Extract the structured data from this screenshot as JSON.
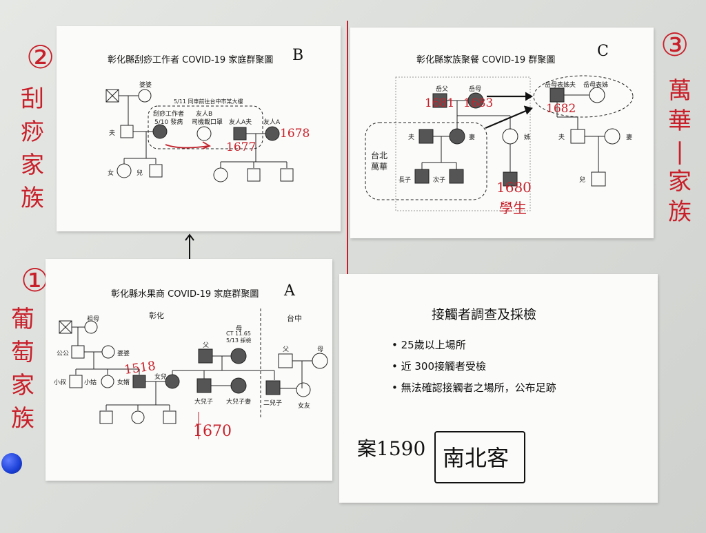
{
  "margin_notes": {
    "left_top_num": "②",
    "left_top_chars": [
      "刮",
      "痧",
      "家",
      "族"
    ],
    "left_bottom_num": "①",
    "left_bottom_chars": [
      "葡",
      "萄",
      "家",
      "族"
    ],
    "right_num": "③",
    "right_chars": [
      "萬",
      "華",
      "|",
      "家",
      "族"
    ]
  },
  "diagram_a": {
    "title": "彰化縣水果商 COVID-19 家庭群聚圖",
    "letter": "A",
    "region_left": "彰化",
    "region_right": "台中",
    "labels": {
      "grandmother": "祖母",
      "father_in_law": "公公",
      "mother_in_law": "婆婆",
      "uncle": "小叔",
      "aunt": "小姑",
      "son_in_law": "女婿",
      "daughter": "女兒",
      "father": "父",
      "mother": "母",
      "mother_note": "CT 11.65\n5/13 採檢",
      "eldest_son": "大兒子",
      "eldest_son_wife": "大兒子妻",
      "second_son": "二兒子",
      "tc_father": "父",
      "tc_mother": "母",
      "girlfriend": "女友"
    },
    "handwritten": {
      "case_1518": "1518",
      "case_1670": "1670"
    }
  },
  "diagram_b": {
    "title": "彰化縣刮痧工作者 COVID-19 家庭群聚圖",
    "letter": "B",
    "event": "5/11 同車前往台中市某大樓",
    "labels": {
      "mother_in_law": "婆婆",
      "husband": "夫",
      "worker": "刮痧工作者",
      "worker_note": "5/10 發病",
      "friend_b": "友人B",
      "friend_b_note": "司機載口罩",
      "friend_a_husband": "友人A夫",
      "friend_a": "友人A",
      "daughter": "女",
      "son": "兒"
    },
    "handwritten": {
      "case_1677": "1677",
      "case_1678": "1678"
    }
  },
  "diagram_c": {
    "title": "彰化縣家族聚餐 COVID-19 群聚圖",
    "letter": "C",
    "labels": {
      "wife_father": "岳父",
      "wife_mother": "岳母",
      "husband": "夫",
      "wife": "妻",
      "sister": "姊",
      "group": "台北\n萬華",
      "elder_son": "長子",
      "second_son": "次子",
      "cousin_husband": "岳母表姊夫",
      "cousin": "岳母表姊",
      "r_husband": "夫",
      "r_wife": "妻",
      "r_son": "兒"
    },
    "handwritten": {
      "case_1681": "1681",
      "case_1683": "1683",
      "case_1682": "1682",
      "case_1680": "1680",
      "student": "學生"
    }
  },
  "contact_sheet": {
    "title": "接觸者調查及採檢",
    "bullets": [
      "25歲以上場所",
      "近 300接觸者受檢",
      "無法確認接觸者之場所，公布足跡"
    ],
    "handwritten_case": "案1590",
    "handwritten_boxed": "南北客"
  },
  "colors": {
    "red_marker": "#c8202a",
    "line": "#c0202a",
    "infected": "#555555",
    "pin": "#1b3fd6"
  }
}
